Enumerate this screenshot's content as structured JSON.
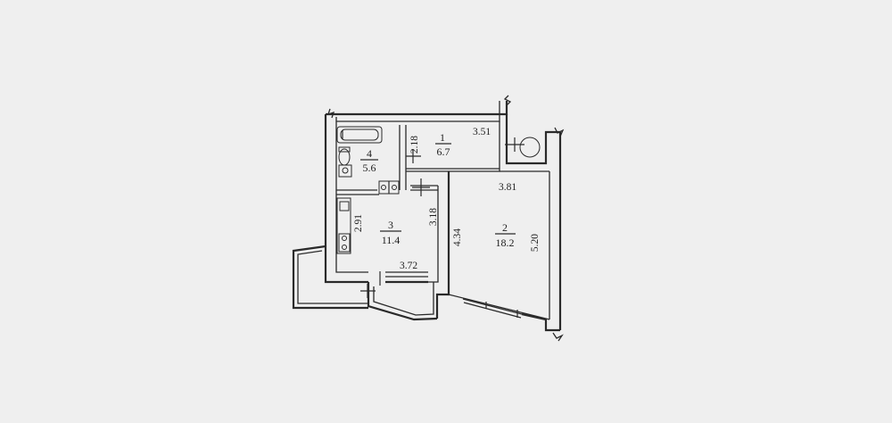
{
  "rooms": [
    {
      "number": "1",
      "area": "6.7"
    },
    {
      "number": "2",
      "area": "18.2"
    },
    {
      "number": "3",
      "area": "11.4"
    },
    {
      "number": "4",
      "area": "5.6"
    }
  ],
  "dimensions": [
    "3.51",
    "2.18",
    "3.81",
    "2.91",
    "3.18",
    "4.34",
    "5.20",
    "3.72"
  ],
  "colors": {
    "background": "#efefef",
    "line": "#2a2a2a"
  }
}
